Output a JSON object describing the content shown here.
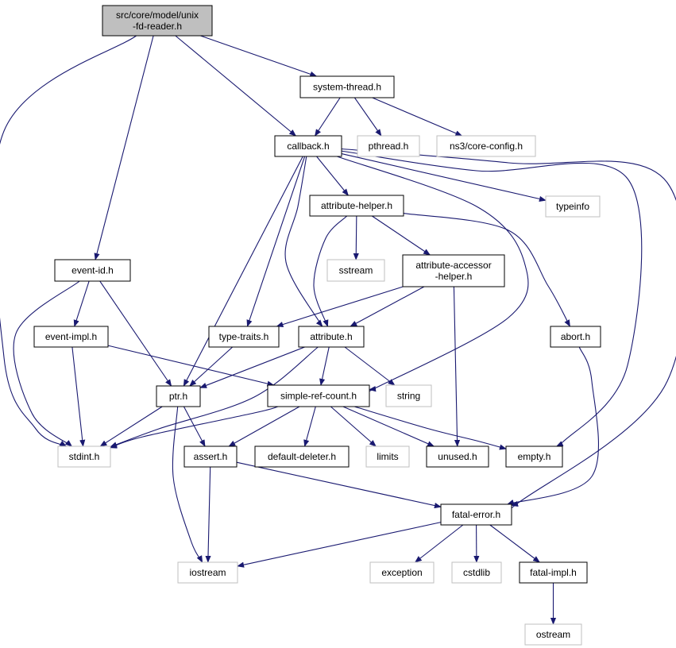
{
  "colors": {
    "edge": "#191970",
    "root_fill": "#bfbfbf",
    "local_border": "#000000",
    "external_border": "#bfbfbf",
    "background": "#ffffff"
  },
  "nodes": [
    {
      "id": "unix-fd-reader",
      "lines": [
        "src/core/model/unix",
        "-fd-reader.h"
      ],
      "kind": "root"
    },
    {
      "id": "system-thread",
      "lines": [
        "system-thread.h"
      ],
      "kind": "local"
    },
    {
      "id": "callback",
      "lines": [
        "callback.h"
      ],
      "kind": "local"
    },
    {
      "id": "pthread",
      "lines": [
        "pthread.h"
      ],
      "kind": "external"
    },
    {
      "id": "core-config",
      "lines": [
        "ns3/core-config.h"
      ],
      "kind": "external"
    },
    {
      "id": "typeinfo",
      "lines": [
        "typeinfo"
      ],
      "kind": "external"
    },
    {
      "id": "attribute-helper",
      "lines": [
        "attribute-helper.h"
      ],
      "kind": "local"
    },
    {
      "id": "sstream",
      "lines": [
        "sstream"
      ],
      "kind": "external"
    },
    {
      "id": "attribute-accessor-helper",
      "lines": [
        "attribute-accessor",
        "-helper.h"
      ],
      "kind": "local"
    },
    {
      "id": "event-id",
      "lines": [
        "event-id.h"
      ],
      "kind": "local"
    },
    {
      "id": "event-impl",
      "lines": [
        "event-impl.h"
      ],
      "kind": "local"
    },
    {
      "id": "type-traits",
      "lines": [
        "type-traits.h"
      ],
      "kind": "local"
    },
    {
      "id": "attribute",
      "lines": [
        "attribute.h"
      ],
      "kind": "local"
    },
    {
      "id": "abort",
      "lines": [
        "abort.h"
      ],
      "kind": "local"
    },
    {
      "id": "ptr",
      "lines": [
        "ptr.h"
      ],
      "kind": "local"
    },
    {
      "id": "simple-ref-count",
      "lines": [
        "simple-ref-count.h"
      ],
      "kind": "local"
    },
    {
      "id": "string",
      "lines": [
        "string"
      ],
      "kind": "external"
    },
    {
      "id": "stdint",
      "lines": [
        "stdint.h"
      ],
      "kind": "external"
    },
    {
      "id": "assert",
      "lines": [
        "assert.h"
      ],
      "kind": "local"
    },
    {
      "id": "default-deleter",
      "lines": [
        "default-deleter.h"
      ],
      "kind": "local"
    },
    {
      "id": "limits",
      "lines": [
        "limits"
      ],
      "kind": "external"
    },
    {
      "id": "unused",
      "lines": [
        "unused.h"
      ],
      "kind": "local"
    },
    {
      "id": "empty",
      "lines": [
        "empty.h"
      ],
      "kind": "local"
    },
    {
      "id": "fatal-error",
      "lines": [
        "fatal-error.h"
      ],
      "kind": "local"
    },
    {
      "id": "iostream",
      "lines": [
        "iostream"
      ],
      "kind": "external"
    },
    {
      "id": "exception",
      "lines": [
        "exception"
      ],
      "kind": "external"
    },
    {
      "id": "cstdlib",
      "lines": [
        "cstdlib"
      ],
      "kind": "external"
    },
    {
      "id": "fatal-impl",
      "lines": [
        "fatal-impl.h"
      ],
      "kind": "local"
    },
    {
      "id": "ostream",
      "lines": [
        "ostream"
      ],
      "kind": "external"
    }
  ],
  "edges": [
    [
      "unix-fd-reader",
      "system-thread"
    ],
    [
      "unix-fd-reader",
      "callback"
    ],
    [
      "unix-fd-reader",
      "event-id"
    ],
    [
      "unix-fd-reader",
      "stdint"
    ],
    [
      "system-thread",
      "callback"
    ],
    [
      "system-thread",
      "pthread"
    ],
    [
      "system-thread",
      "core-config"
    ],
    [
      "callback",
      "attribute-helper"
    ],
    [
      "callback",
      "typeinfo"
    ],
    [
      "callback",
      "ptr"
    ],
    [
      "callback",
      "type-traits"
    ],
    [
      "callback",
      "attribute"
    ],
    [
      "callback",
      "simple-ref-count"
    ],
    [
      "callback",
      "empty"
    ],
    [
      "callback",
      "fatal-error"
    ],
    [
      "attribute-helper",
      "sstream"
    ],
    [
      "attribute-helper",
      "attribute-accessor-helper"
    ],
    [
      "attribute-helper",
      "attribute"
    ],
    [
      "attribute-helper",
      "abort"
    ],
    [
      "attribute-accessor-helper",
      "type-traits"
    ],
    [
      "attribute-accessor-helper",
      "attribute"
    ],
    [
      "attribute-accessor-helper",
      "unused"
    ],
    [
      "event-id",
      "event-impl"
    ],
    [
      "event-id",
      "ptr"
    ],
    [
      "event-id",
      "stdint"
    ],
    [
      "event-impl",
      "simple-ref-count"
    ],
    [
      "event-impl",
      "stdint"
    ],
    [
      "type-traits",
      "ptr"
    ],
    [
      "attribute",
      "ptr"
    ],
    [
      "attribute",
      "simple-ref-count"
    ],
    [
      "attribute",
      "string"
    ],
    [
      "attribute",
      "stdint"
    ],
    [
      "abort",
      "fatal-error"
    ],
    [
      "ptr",
      "stdint"
    ],
    [
      "ptr",
      "assert"
    ],
    [
      "ptr",
      "iostream"
    ],
    [
      "simple-ref-count",
      "stdint"
    ],
    [
      "simple-ref-count",
      "assert"
    ],
    [
      "simple-ref-count",
      "default-deleter"
    ],
    [
      "simple-ref-count",
      "limits"
    ],
    [
      "simple-ref-count",
      "unused"
    ],
    [
      "simple-ref-count",
      "empty"
    ],
    [
      "assert",
      "iostream"
    ],
    [
      "assert",
      "fatal-error"
    ],
    [
      "fatal-error",
      "iostream"
    ],
    [
      "fatal-error",
      "exception"
    ],
    [
      "fatal-error",
      "cstdlib"
    ],
    [
      "fatal-error",
      "fatal-impl"
    ],
    [
      "fatal-impl",
      "ostream"
    ]
  ]
}
